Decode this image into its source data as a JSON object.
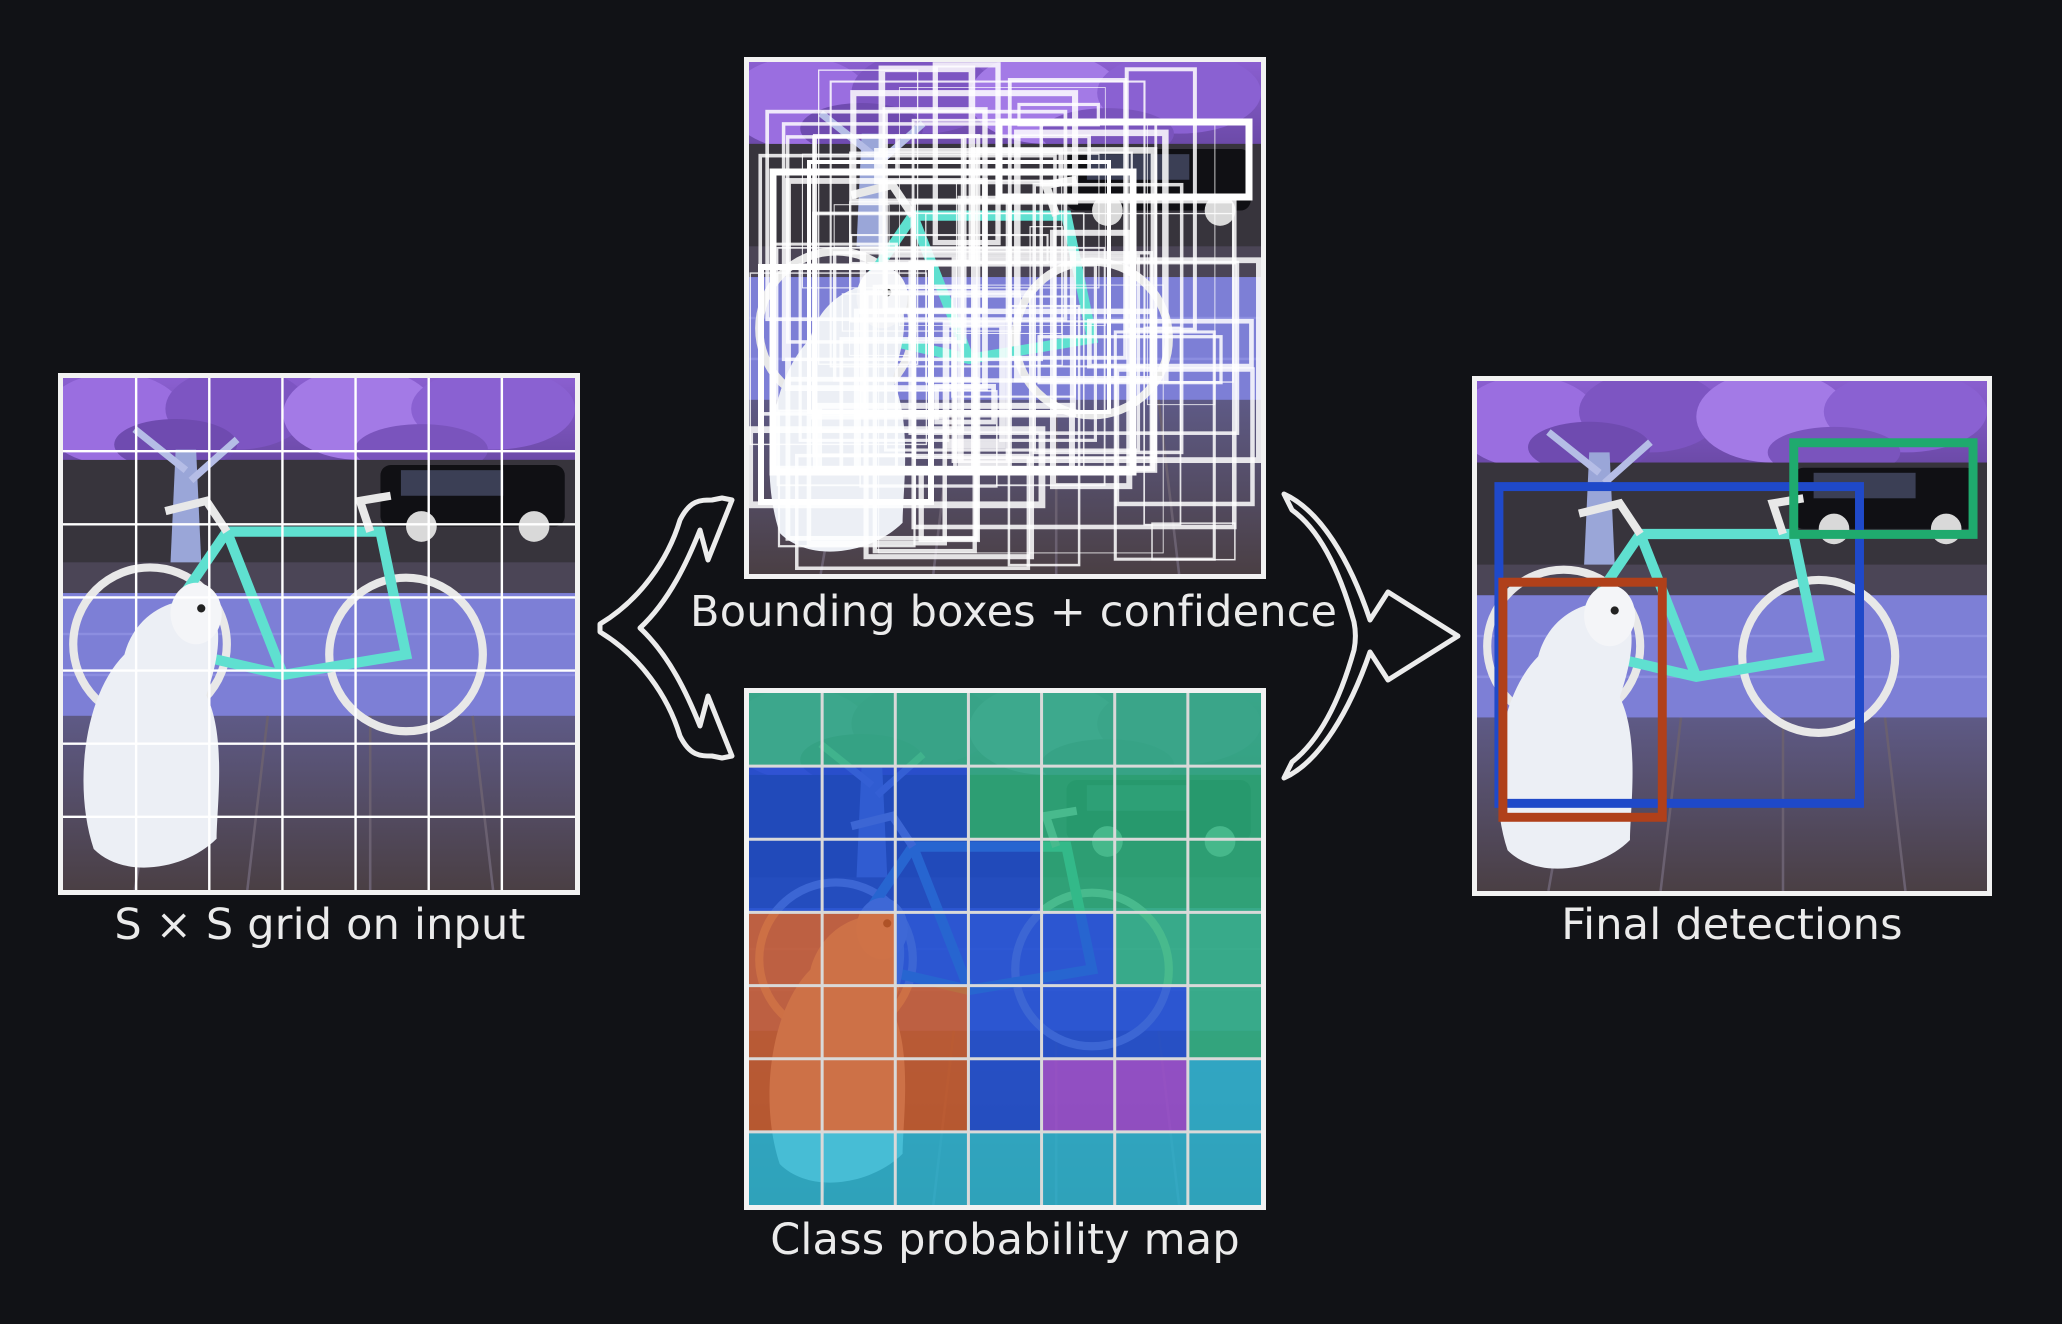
{
  "captions": {
    "input": "S × S grid on input",
    "boxes": "Bounding boxes + confidence",
    "classmap": "Class probability map",
    "final": "Final detections"
  },
  "grid_size": 7,
  "colors": {
    "background": "#111216",
    "frame": "#f2f2f2",
    "class_green": "#2bb27c",
    "class_blue": "#1d4fd0",
    "class_orange": "#c85a28",
    "class_purple": "#9b4fd0",
    "class_cyan": "#2ab4cf",
    "det_blue": "#1f49c9",
    "det_green": "#1faa6e",
    "det_brown": "#b0401a"
  },
  "class_map": [
    [
      "green",
      "green",
      "green",
      "green",
      "green",
      "green",
      "green"
    ],
    [
      "blue",
      "blue",
      "blue",
      "green",
      "green",
      "green",
      "green"
    ],
    [
      "blue",
      "blue",
      "blue",
      "blue",
      "green",
      "green",
      "green"
    ],
    [
      "orange",
      "orange",
      "blue",
      "blue",
      "blue",
      "green",
      "green"
    ],
    [
      "orange",
      "orange",
      "orange",
      "blue",
      "blue",
      "blue",
      "green"
    ],
    [
      "orange",
      "orange",
      "orange",
      "blue",
      "purple",
      "purple",
      "cyan"
    ],
    [
      "cyan",
      "cyan",
      "cyan",
      "cyan",
      "cyan",
      "cyan",
      "cyan"
    ]
  ],
  "detections": [
    {
      "class": "bicycle",
      "color": "det_blue"
    },
    {
      "class": "car",
      "color": "det_green"
    },
    {
      "class": "dog",
      "color": "det_brown"
    }
  ],
  "icons": {
    "split_arrow": "curved-split-arrow-icon",
    "merge_arrow": "curved-merge-arrow-icon"
  }
}
